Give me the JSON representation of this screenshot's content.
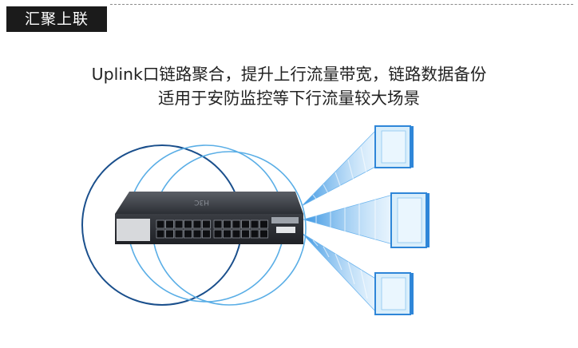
{
  "header": {
    "title": "汇聚上联"
  },
  "subtitle": {
    "line1": "Uplink口链路聚合，提升上行流量带宽，链路数据备份",
    "line2": "适用于安防监控等下行流量较大场景"
  },
  "device": {
    "brand_logo": "H3C",
    "port_rows": 2,
    "ports_per_row": 12
  },
  "colors": {
    "header_bg": "#1b1b1b",
    "circle_dark": "#1a4f8c",
    "circle_light": "#5aaee6",
    "beam": "#4aa3e8",
    "monitor_screen": "#d9eefb",
    "monitor_frame": "#2f86d8"
  }
}
